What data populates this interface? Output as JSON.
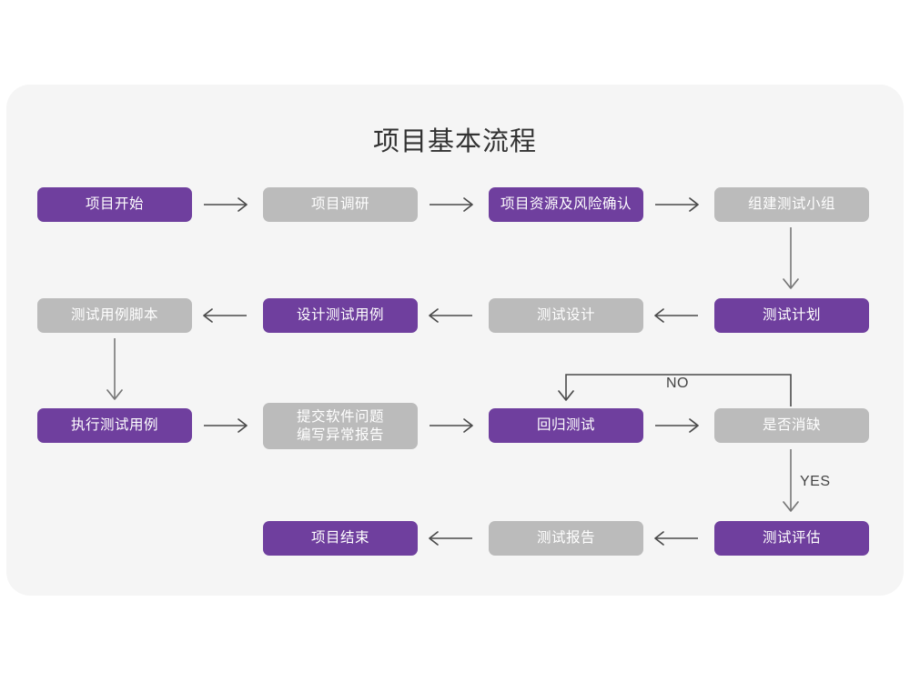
{
  "diagram": {
    "title": "项目基本流程",
    "colors": {
      "purple": "#6F3F9E",
      "gray": "#BBBBBB",
      "card_background": "#F5F5F5",
      "page_background": "#FFFFFF",
      "arrow": "#4A4A4A",
      "title_text": "#333333",
      "node_text": "#FFFFFF"
    },
    "nodes": [
      {
        "id": "n1",
        "label": "项目开始",
        "style": "purple"
      },
      {
        "id": "n2",
        "label": "项目调研",
        "style": "gray"
      },
      {
        "id": "n3",
        "label": "项目资源及风险确认",
        "style": "purple"
      },
      {
        "id": "n4",
        "label": "组建测试小组",
        "style": "gray"
      },
      {
        "id": "n5",
        "label": "测试用例脚本",
        "style": "gray"
      },
      {
        "id": "n6",
        "label": "设计测试用例",
        "style": "purple"
      },
      {
        "id": "n7",
        "label": "测试设计",
        "style": "gray"
      },
      {
        "id": "n8",
        "label": "测试计划",
        "style": "purple"
      },
      {
        "id": "n9",
        "label": "执行测试用例",
        "style": "purple"
      },
      {
        "id": "n10",
        "label": "提交软件问题\n编写异常报告",
        "style": "gray"
      },
      {
        "id": "n11",
        "label": "回归测试",
        "style": "purple"
      },
      {
        "id": "n12",
        "label": "是否消缺",
        "style": "gray"
      },
      {
        "id": "n13",
        "label": "项目结束",
        "style": "purple"
      },
      {
        "id": "n14",
        "label": "测试报告",
        "style": "gray"
      },
      {
        "id": "n15",
        "label": "测试评估",
        "style": "purple"
      }
    ],
    "edge_labels": {
      "no": "NO",
      "yes": "YES"
    }
  }
}
